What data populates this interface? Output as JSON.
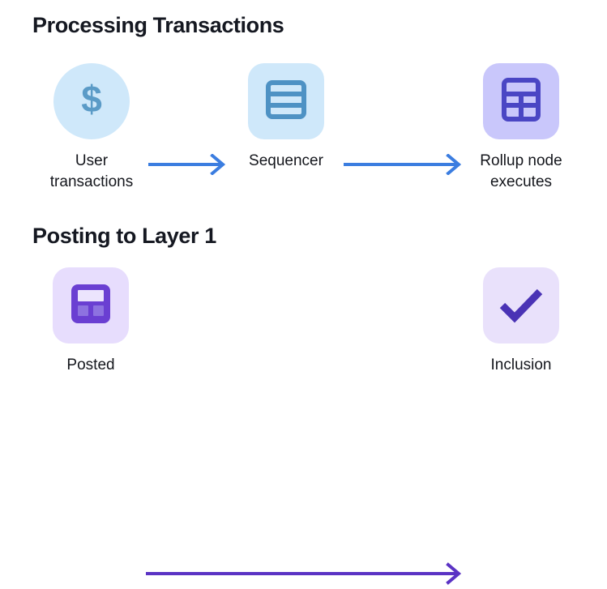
{
  "page": {
    "background": "#ffffff",
    "text_color": "#14161c"
  },
  "sections": [
    {
      "id": "processing",
      "heading": "Processing Transactions",
      "accent": "#3b7de0",
      "nodes": [
        {
          "id": "user",
          "label": "User\ntransactions",
          "icon": "dollar-sign-icon",
          "tile_shape": "circle",
          "tile_color": "#cfe8fa",
          "icon_color": "#5b9bc7"
        },
        {
          "id": "sequencer",
          "label": "Sequencer",
          "icon": "list-rows-icon",
          "tile_shape": "rounded-square",
          "tile_color": "#cfe8fa",
          "icon_color": "#4e92c4"
        },
        {
          "id": "rollup",
          "label": "Rollup node\nexecutes",
          "icon": "ledger-table-icon",
          "tile_shape": "rounded-square",
          "tile_color": "#c9c7fb",
          "icon_color": "#4a46c4"
        }
      ],
      "arrows": [
        {
          "id": "arrow-user-to-sequencer",
          "color": "#3b7de0",
          "length": 96
        },
        {
          "id": "arrow-sequencer-to-rollup",
          "color": "#3b7de0",
          "length": 145
        }
      ]
    },
    {
      "id": "posting",
      "heading": "Posting to Layer 1",
      "accent": "#5b33c4",
      "nodes": [
        {
          "id": "posted",
          "label": "Posted",
          "icon": "data-blob-icon",
          "tile_shape": "rounded-square",
          "tile_color": "#e7ddfd",
          "icon_color": "#6a3fd2"
        },
        {
          "id": "inclusion",
          "label": "Inclusion",
          "icon": "check-icon",
          "tile_shape": "rounded-square",
          "tile_color": "#e9e1fb",
          "icon_color": "#4a33b5"
        }
      ],
      "arrows": [
        {
          "id": "arrow-posted-to-inclusion",
          "color": "#5b33c4",
          "length": 390
        }
      ]
    }
  ]
}
